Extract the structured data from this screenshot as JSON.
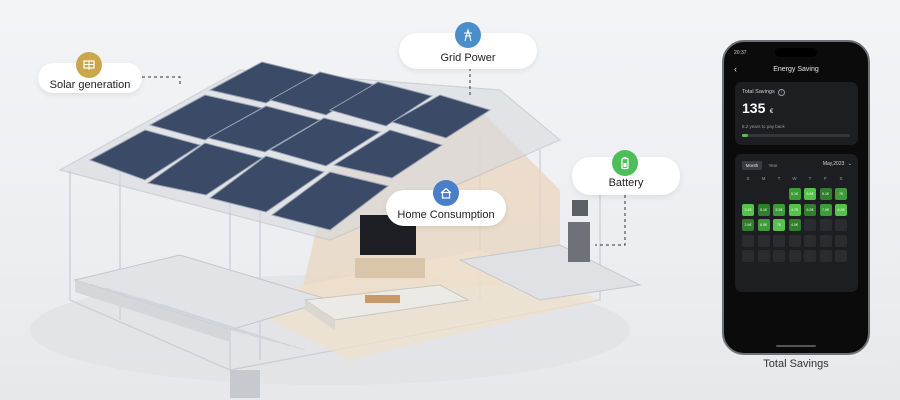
{
  "callouts": {
    "solar": {
      "label": "Solar generation",
      "icon": "solar-panel-icon",
      "color": "#c9a74a"
    },
    "grid": {
      "label": "Grid Power",
      "icon": "power-tower-icon",
      "color": "#4a8ec9"
    },
    "battery": {
      "label": "Battery",
      "icon": "battery-icon",
      "color": "#4cbf58"
    },
    "home": {
      "label": "Home Consumption",
      "icon": "house-icon",
      "color": "#4a7ec9"
    }
  },
  "phone": {
    "status_time": "20:37",
    "title": "Energy Saving",
    "total_savings_label": "Total Savings",
    "total_savings_value": "135",
    "currency": "€",
    "payback_text": "8.2 years to pay back",
    "payback_progress": 0.06,
    "tabs": [
      "Month",
      "Year"
    ],
    "month_selector": "May,2023",
    "weekdays": [
      "S",
      "M",
      "T",
      "W",
      "T",
      "F",
      "S"
    ],
    "calendar_rows": [
      [
        "",
        "",
        "",
        "5.1€",
        "6.8€",
        "5.1€",
        "7€"
      ],
      [
        "3.4€",
        "5.1€",
        "5.5€",
        "4.7€",
        "6.5€",
        "7.9€",
        "8.2€"
      ],
      [
        "2.6€",
        "6.5€",
        "7€",
        "4.5€",
        "",
        "",
        ""
      ],
      [
        "",
        "",
        "",
        "",
        "",
        "",
        ""
      ],
      [
        "",
        "",
        "",
        "",
        "",
        "",
        ""
      ]
    ],
    "accent": "#57c24b"
  },
  "caption": "Total Savings"
}
